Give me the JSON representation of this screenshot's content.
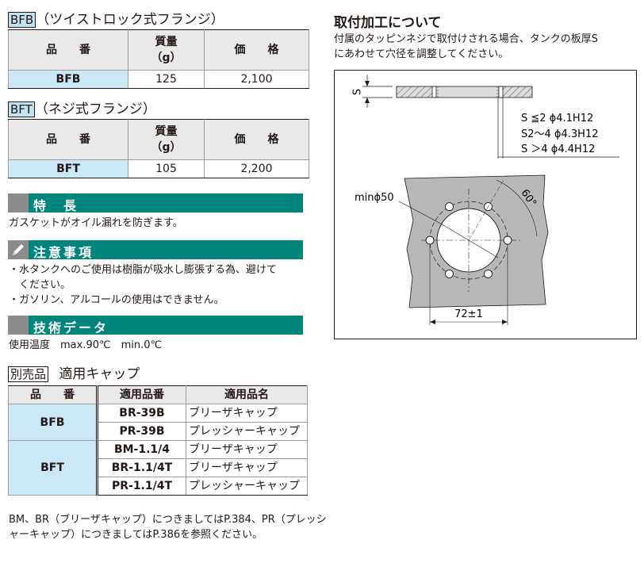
{
  "bfb": {
    "code": "BFB",
    "title": "（ツイストロック式フランジ）",
    "col_part": "品　　番",
    "col_mass": "質量",
    "col_mass_unit": "（g）",
    "col_price": "価　　格",
    "part": "BFB",
    "mass": "125",
    "price": "2,100"
  },
  "bft": {
    "code": "BFT",
    "title": "（ネジ式フランジ）",
    "col_part": "品　　番",
    "col_mass": "質量",
    "col_mass_unit": "（g）",
    "col_price": "価　　格",
    "part": "BFT",
    "mass": "105",
    "price": "2,200"
  },
  "features": {
    "title": "特　長",
    "text": "ガスケットがオイル漏れを防ぎます。"
  },
  "caution": {
    "title": "注意事項",
    "line1": "・水タンクへのご使用は樹脂が吸水し膨張する為、避けて",
    "line2": "　ください。",
    "line3": "・ガソリン、アルコールの使用はできません。"
  },
  "tech": {
    "title": "技術データ",
    "text": "使用温度　max.90℃　min.0℃"
  },
  "caps": {
    "badge": "別売品",
    "title": "適用キャップ",
    "col_part": "品　　番",
    "col_cap": "適用品番",
    "col_name": "適用品名",
    "groups": [
      {
        "part": "BFB",
        "rows": [
          {
            "code": "BR-39B",
            "name": "ブリーザキャップ"
          },
          {
            "code": "PR-39B",
            "name": "プレッシャーキャップ"
          }
        ]
      },
      {
        "part": "BFT",
        "rows": [
          {
            "code": "BM-1.1/4",
            "name": "ブリーザキャップ"
          },
          {
            "code": "BR-1.1/4T",
            "name": "ブリーザキャップ"
          },
          {
            "code": "PR-1.1/4T",
            "name": "プレッシャーキャップ"
          }
        ]
      }
    ],
    "note1": "BM、BR（ブリーザキャップ）につきましてはP.384、PR（プレッシ",
    "note2": "ャーキャップ）につきましてはP.386を参照ください。"
  },
  "mounting": {
    "title": "取付加工について",
    "desc1": "付属のタッピンネジで取付けされる場合、タンクの板厚S",
    "desc2": "にあわせて穴径を調整してください。",
    "s_label": "S",
    "spec1": "S ≦2  ϕ4.1H12",
    "spec2": "S2～4  ϕ4.3H12",
    "spec3": "S ＞4  ϕ4.4H12",
    "min_label": "minϕ50",
    "angle_label": "60°",
    "width_label": "72±1"
  }
}
